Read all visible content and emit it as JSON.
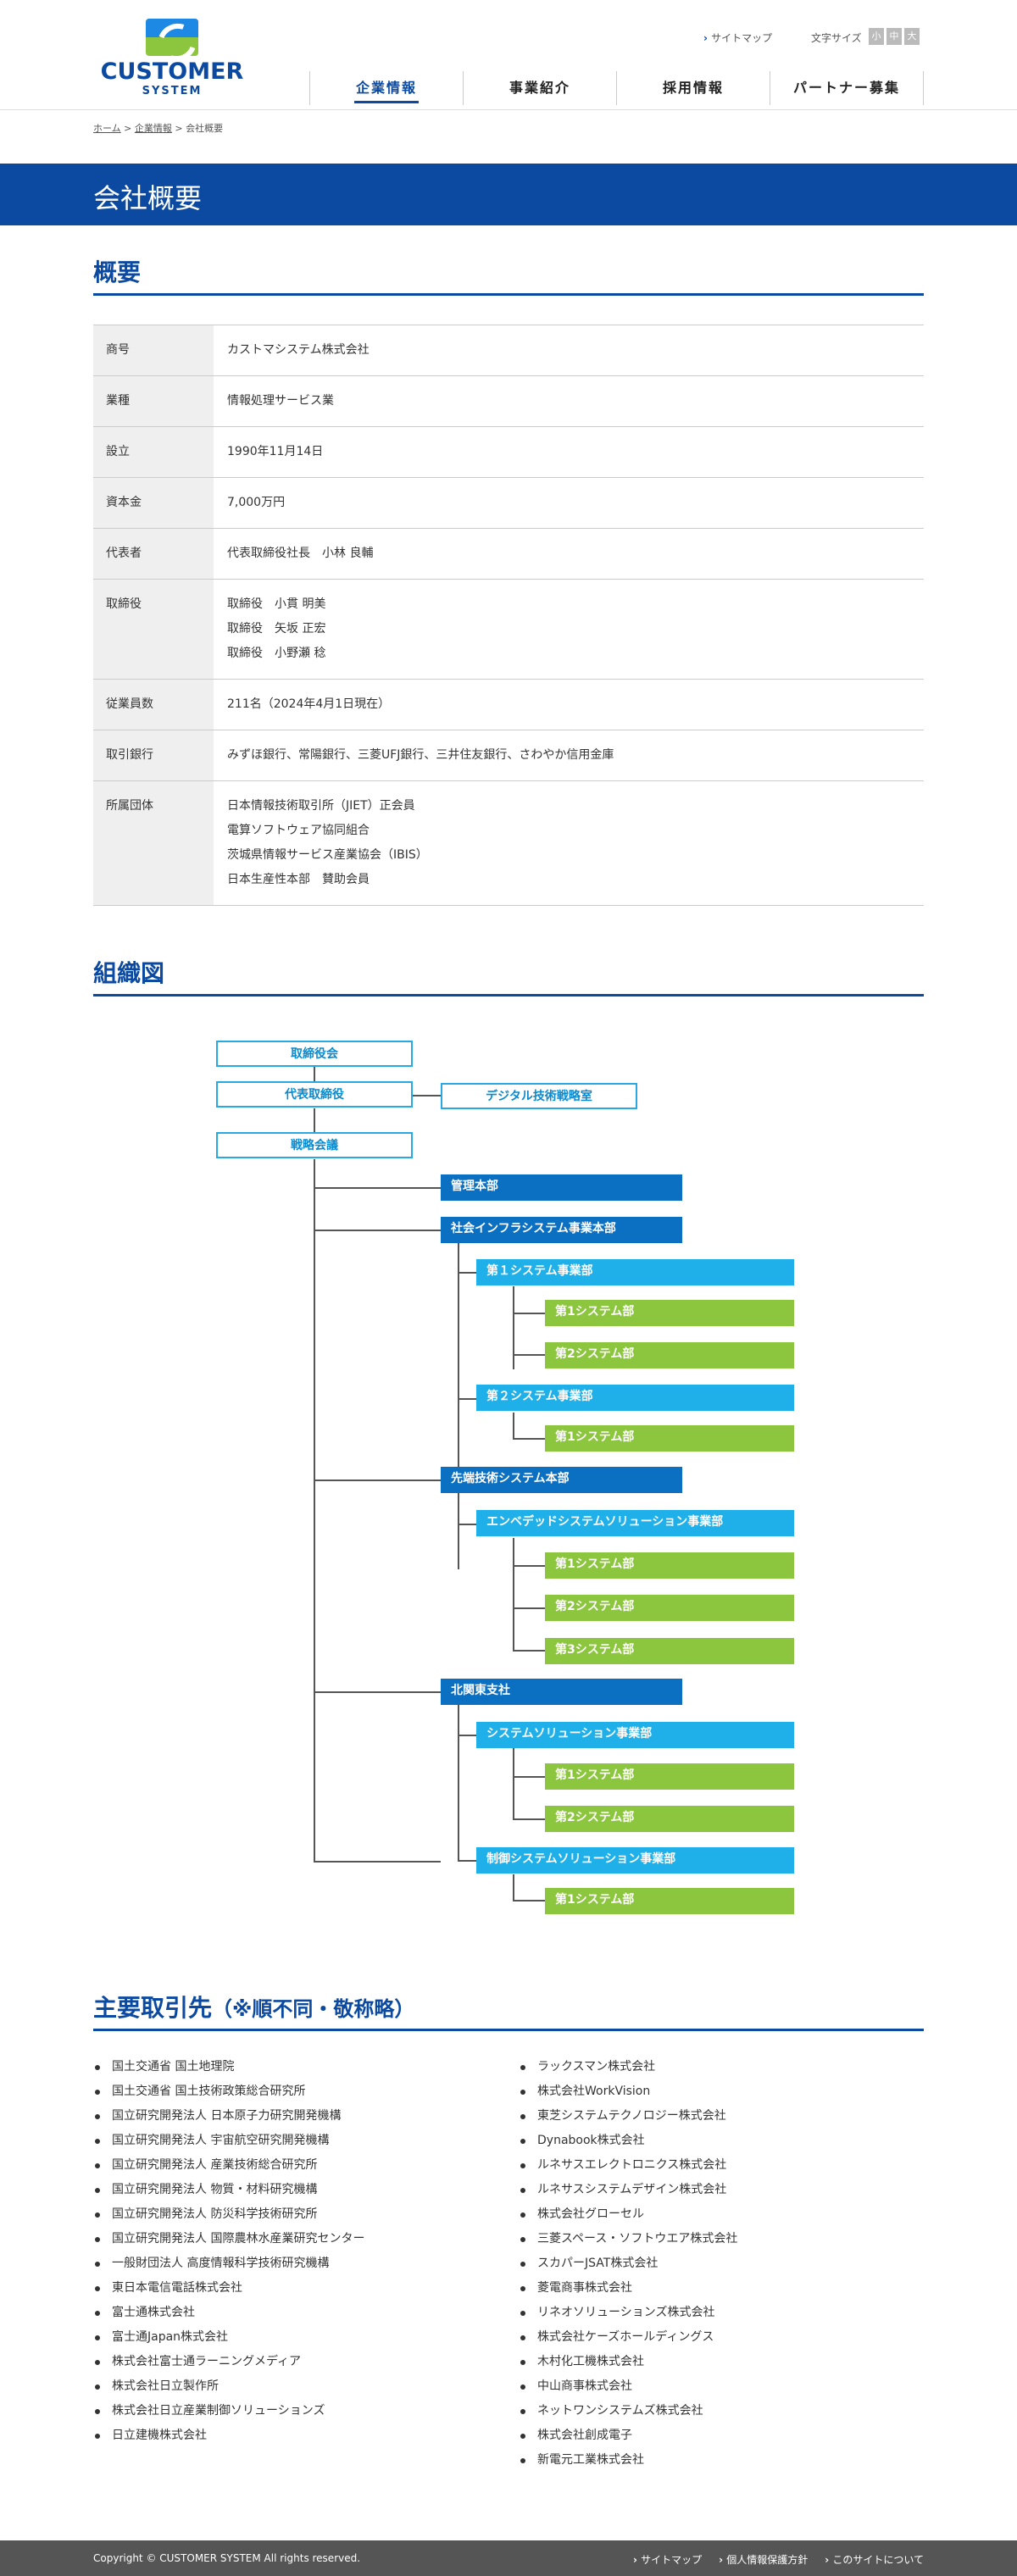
{
  "header": {
    "logo_text_main": "CUSTOMER",
    "logo_text_sub": "SYSTEM",
    "sitemap": "サイトマップ",
    "font_size_label": "文字サイズ",
    "font_sizes": [
      "小",
      "中",
      "大"
    ],
    "nav": [
      "企業情報",
      "事業紹介",
      "採用情報",
      "パートナー募集"
    ]
  },
  "breadcrumb": {
    "home": "ホーム",
    "corporate": "企業情報",
    "current": "会社概要",
    "sep": " > "
  },
  "page_title": "会社概要",
  "overview": {
    "heading": "概要",
    "rows": [
      {
        "label": "商号",
        "lines": [
          "カストマシステム株式会社"
        ]
      },
      {
        "label": "業種",
        "lines": [
          "情報処理サービス業"
        ]
      },
      {
        "label": "設立",
        "lines": [
          "1990年11月14日"
        ]
      },
      {
        "label": "資本金",
        "lines": [
          "7,000万円"
        ]
      },
      {
        "label": "代表者",
        "lines": [
          "代表取締役社長　小林 良輔"
        ]
      },
      {
        "label": "取締役",
        "lines": [
          "取締役　小貫 明美",
          "取締役　矢坂 正宏",
          "取締役　小野瀬 稔"
        ]
      },
      {
        "label": "従業員数",
        "lines": [
          "211名（2024年4月1日現在）"
        ]
      },
      {
        "label": "取引銀行",
        "lines": [
          "みずほ銀行、常陽銀行、三菱UFJ銀行、三井住友銀行、さわやか信用金庫"
        ]
      },
      {
        "label": "所属団体",
        "lines": [
          "日本情報技術取引所（JIET）正会員",
          "電算ソフトウェア協同組合",
          "茨城県情報サービス産業協会（IBIS）",
          "日本生産性本部　賛助会員"
        ]
      }
    ]
  },
  "org": {
    "heading": "組織図",
    "board": "取締役会",
    "ceo": "代表取締役",
    "digital": "デジタル技術戦略室",
    "strategy": "戦略会議",
    "admin": "管理本部",
    "infra": "社会インフラシステム事業本部",
    "infra_sys1": "第１システム事業部",
    "infra_sys1_d1": "第1システム部",
    "infra_sys1_d2": "第2システム部",
    "infra_sys2": "第２システム事業部",
    "infra_sys2_d1": "第1システム部",
    "advanced": "先端技術システム本部",
    "embedded": "エンベデッドシステムソリューション事業部",
    "emb_d1": "第1システム部",
    "emb_d2": "第2システム部",
    "emb_d3": "第3システム部",
    "kitakanto": "北関東支社",
    "solution": "システムソリューション事業部",
    "sol_d1": "第1システム部",
    "sol_d2": "第2システム部",
    "control": "制御システムソリューション事業部",
    "ctl_d1": "第1システム部"
  },
  "clients": {
    "heading": "主要取引先",
    "heading_note": "（※順不同・敬称略）",
    "left": [
      "国土交通省 国土地理院",
      "国土交通省 国土技術政策総合研究所",
      "国立研究開発法人 日本原子力研究開発機構",
      "国立研究開発法人 宇宙航空研究開発機構",
      "国立研究開発法人 産業技術総合研究所",
      "国立研究開発法人 物質・材料研究機構",
      "国立研究開発法人 防災科学技術研究所",
      "国立研究開発法人 国際農林水産業研究センター",
      "一般財団法人 高度情報科学技術研究機構",
      "東日本電信電話株式会社",
      "富士通株式会社",
      "富士通Japan株式会社",
      "株式会社富士通ラーニングメディア",
      "株式会社日立製作所",
      "株式会社日立産業制御ソリューションズ",
      "日立建機株式会社"
    ],
    "right": [
      "ラックスマン株式会社",
      "株式会社WorkVision",
      "東芝システムテクノロジー株式会社",
      "Dynabook株式会社",
      "ルネサスエレクトロニクス株式会社",
      "ルネサスシステムデザイン株式会社",
      "株式会社グローセル",
      "三菱スペース・ソフトウエア株式会社",
      "スカパーJSAT株式会社",
      "菱電商事株式会社",
      "リネオソリューションズ株式会社",
      "株式会社ケーズホールディングス",
      "木村化工機株式会社",
      "中山商事株式会社",
      "ネットワンシステムズ株式会社",
      "株式会社創成電子",
      "新電元工業株式会社"
    ]
  },
  "footer": {
    "copyright": "Copyright © CUSTOMER SYSTEM All rights reserved.",
    "links": [
      "サイトマップ",
      "個人情報保護方針",
      "このサイトについて"
    ]
  },
  "colors": {
    "brand_blue": "#0b4aa0",
    "org_l1": "#0b6fc2",
    "org_l2": "#1fb0ea",
    "org_l3": "#8cc63f"
  }
}
